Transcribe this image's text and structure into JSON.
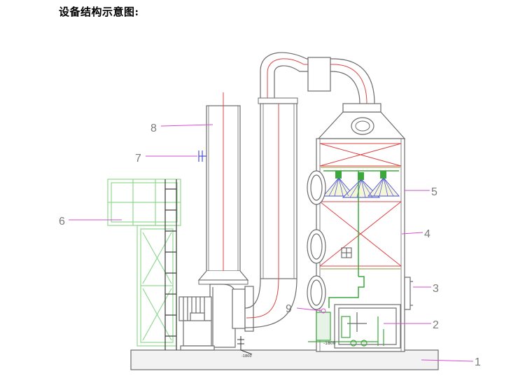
{
  "title": "设备结构示意图:",
  "callouts": [
    {
      "id": "1",
      "label": "1"
    },
    {
      "id": "2",
      "label": "2"
    },
    {
      "id": "3",
      "label": "3"
    },
    {
      "id": "4",
      "label": "4"
    },
    {
      "id": "5",
      "label": "5"
    },
    {
      "id": "6",
      "label": "6"
    },
    {
      "id": "7",
      "label": "7"
    },
    {
      "id": "8",
      "label": "8"
    },
    {
      "id": "9",
      "label": "9"
    }
  ],
  "colors": {
    "outline": "#6c6c6c",
    "callout": "#d64fd0",
    "scaffold": "#8fd98f",
    "red": "#dd4444",
    "spray": "#4a4ad8",
    "pipe_green": "#3aa83a",
    "base_fill": "#f2f2f2"
  },
  "tank_labels": {
    "t1": "-1800",
    "t2": "-1800"
  }
}
